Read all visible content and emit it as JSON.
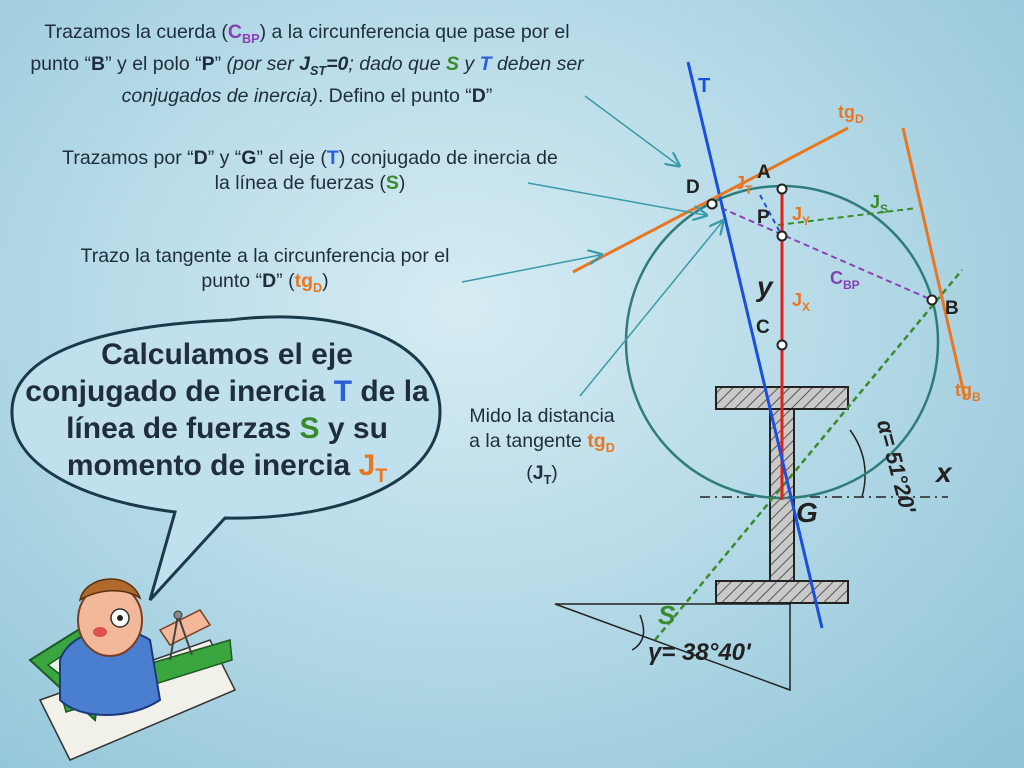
{
  "texts": {
    "t1_a": "Trazamos la cuerda (",
    "t1_cbp": "C",
    "t1_cbp_sub": "BP",
    "t1_b": ") a la circunferencia que pase por el punto “",
    "t1_B": "B",
    "t1_c": "” y el polo “",
    "t1_P": "P",
    "t1_d": "” ",
    "t1_e": "(por ser ",
    "t1_J": "J",
    "t1_Jsub": "ST",
    "t1_f": "=0",
    "t1_g": "; dado que ",
    "t1_S": "S",
    "t1_h": " y ",
    "t1_T": "T",
    "t1_i": " deben ser conjugados de inercia)",
    "t1_j": ". Defino el punto “",
    "t1_D": "D",
    "t1_k": "”",
    "t2_a": "Trazamos por “",
    "t2_D": "D",
    "t2_b": "” y “",
    "t2_G": "G",
    "t2_c": "” el eje (",
    "t2_T": "T",
    "t2_d": ") conjugado de inercia de la línea de fuerzas (",
    "t2_S": "S",
    "t2_e": ")",
    "t3_a": "Trazo la tangente a la circunferencia por el punto “",
    "t3_D": "D",
    "t3_b": "” (",
    "t3_tg": "tg",
    "t3_tgsub": "D",
    "t3_c": ")",
    "t4_a": "Mido la distancia a la tangente ",
    "t4_tg": "tg",
    "t4_tgsub": "D",
    "t4_b": " (",
    "t4_J": "J",
    "t4_Jsub": "T",
    "t4_c": ")",
    "bubble_a": "Calculamos el eje conjugado de inercia ",
    "bubble_T": "T",
    "bubble_b": " de la línea de fuerzas ",
    "bubble_S": "S",
    "bubble_c": " y su momento de inercia ",
    "bubble_J": "J",
    "bubble_Jsub": "T"
  },
  "diagram_labels": {
    "T": "T",
    "tgD": "tg",
    "tgD_sub": "D",
    "A": "A",
    "D": "D",
    "JT": "J",
    "JT_sub": "T",
    "JS": "J",
    "JS_sub": "S",
    "P": "P",
    "JY": "J",
    "JY_sub": "Y",
    "CBP": "C",
    "CBP_sub": "BP",
    "y": "y",
    "JX": "J",
    "JX_sub": "X",
    "B": "B",
    "C": "C",
    "tgB": "tg",
    "tgB_sub": "B",
    "x": "x",
    "G": "G",
    "S": "S",
    "alpha": "α= 51°20'",
    "gamma": "γ= 38°40'"
  },
  "colors": {
    "orange": "#e87722",
    "green": "#3a8a2e",
    "blue": "#1a4fe0",
    "purple": "#8a3fb5",
    "red": "#e0221c",
    "teal": "#2f7c7a",
    "arrow": "#3b9aa8"
  }
}
